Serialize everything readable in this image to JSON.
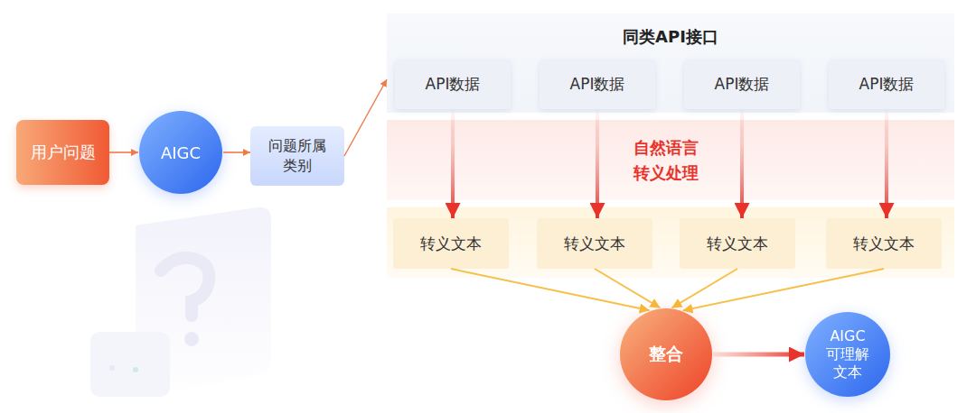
{
  "diagram": {
    "nodes": [
      {
        "text": [
          "用户问题"
        ]
      },
      {
        "text": [
          "AIGC"
        ]
      },
      {
        "text": [
          "问题所属 类别"
        ]
      },
      {
        "text": [
          "同类API接口"
        ]
      },
      {
        "text": [
          "API数据"
        ],
        "in": 3
      },
      {
        "text": [
          "API数据"
        ],
        "in": 3
      },
      {
        "text": [
          "API数据"
        ],
        "in": 3
      },
      {
        "text": [
          "API数据"
        ],
        "in": 3
      },
      {
        "text": [
          "自然语言 转义处理"
        ]
      },
      {
        "text": [
          "转义文本"
        ]
      },
      {
        "text": [
          "转义文本"
        ]
      },
      {
        "text": [
          "转义文本"
        ]
      },
      {
        "text": [
          "转义文本"
        ]
      },
      {
        "text": [
          "整合"
        ]
      },
      {
        "text": [
          "AIGC 可理解 文本"
        ]
      }
    ],
    "edges": [
      {
        "from": 0,
        "to": 1,
        "arrow": "to"
      },
      {
        "from": 1,
        "to": 2,
        "arrow": "to"
      },
      {
        "from": 2,
        "to": 3,
        "arrow": "to"
      },
      {
        "from": 4,
        "to": 9,
        "arrow": "to"
      },
      {
        "from": 5,
        "to": 10,
        "arrow": "to"
      },
      {
        "from": 6,
        "to": 11,
        "arrow": "to"
      },
      {
        "from": 7,
        "to": 12,
        "arrow": "to"
      },
      {
        "from": 9,
        "to": 13,
        "arrow": "to"
      },
      {
        "from": 10,
        "to": 13,
        "arrow": "to"
      },
      {
        "from": 11,
        "to": 13,
        "arrow": "to"
      },
      {
        "from": 12,
        "to": 13,
        "arrow": "to"
      },
      {
        "from": 13,
        "to": 14,
        "arrow": "to"
      }
    ]
  }
}
